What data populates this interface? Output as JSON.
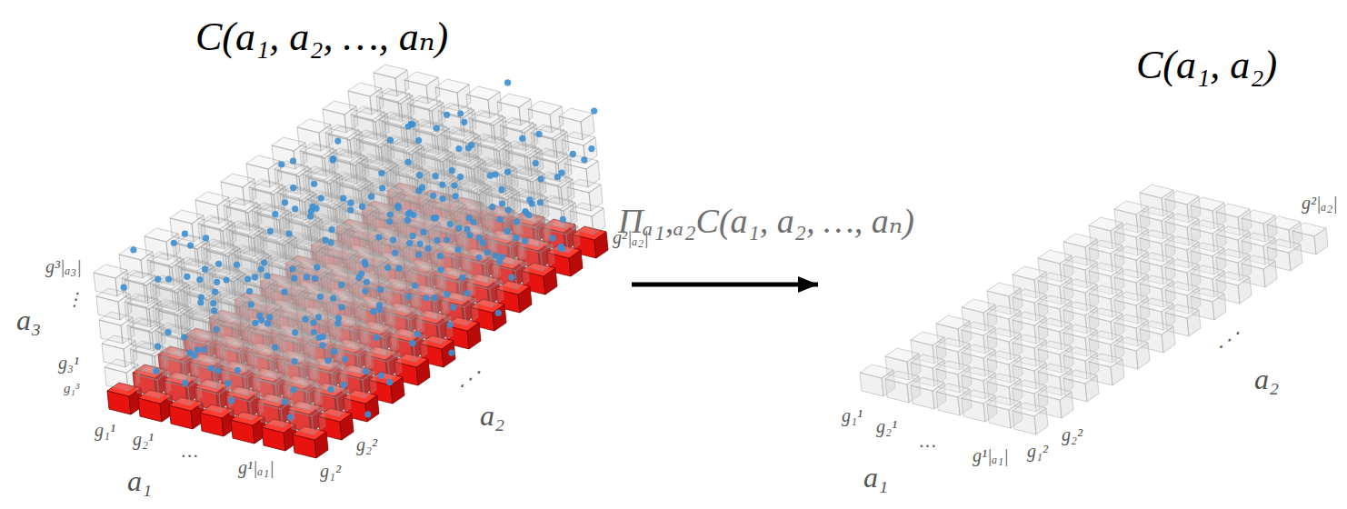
{
  "diagram": {
    "nodes": [
      {
        "text": [
          "C(a₁, a₂, …, aₙ)"
        ]
      },
      {
        "text": [
          "C(a₁, a₂)"
        ]
      }
    ],
    "edges": [
      {
        "from": 0,
        "to": 1,
        "arrow": "to",
        "label": "Πₐ₁,ₐ₂C(a₁, a₂, …, aₙ)"
      }
    ],
    "labels": [
      "a₃",
      "g³|ₐ₃|",
      "⋮",
      "g₃¹",
      "g₁³",
      "g₁¹",
      "g₂¹",
      "…",
      "g¹|ₐ₁|",
      "g₁²",
      "g₂²",
      "a₁",
      "⋰",
      "a₂",
      "g²|ₐ₂|",
      "g₁¹",
      "g₂¹",
      "…",
      "g¹|ₐ₁|",
      "g₁²",
      "g₂²",
      "a₁",
      "⋰",
      "a₂",
      "g²|ₐ₂|"
    ]
  }
}
